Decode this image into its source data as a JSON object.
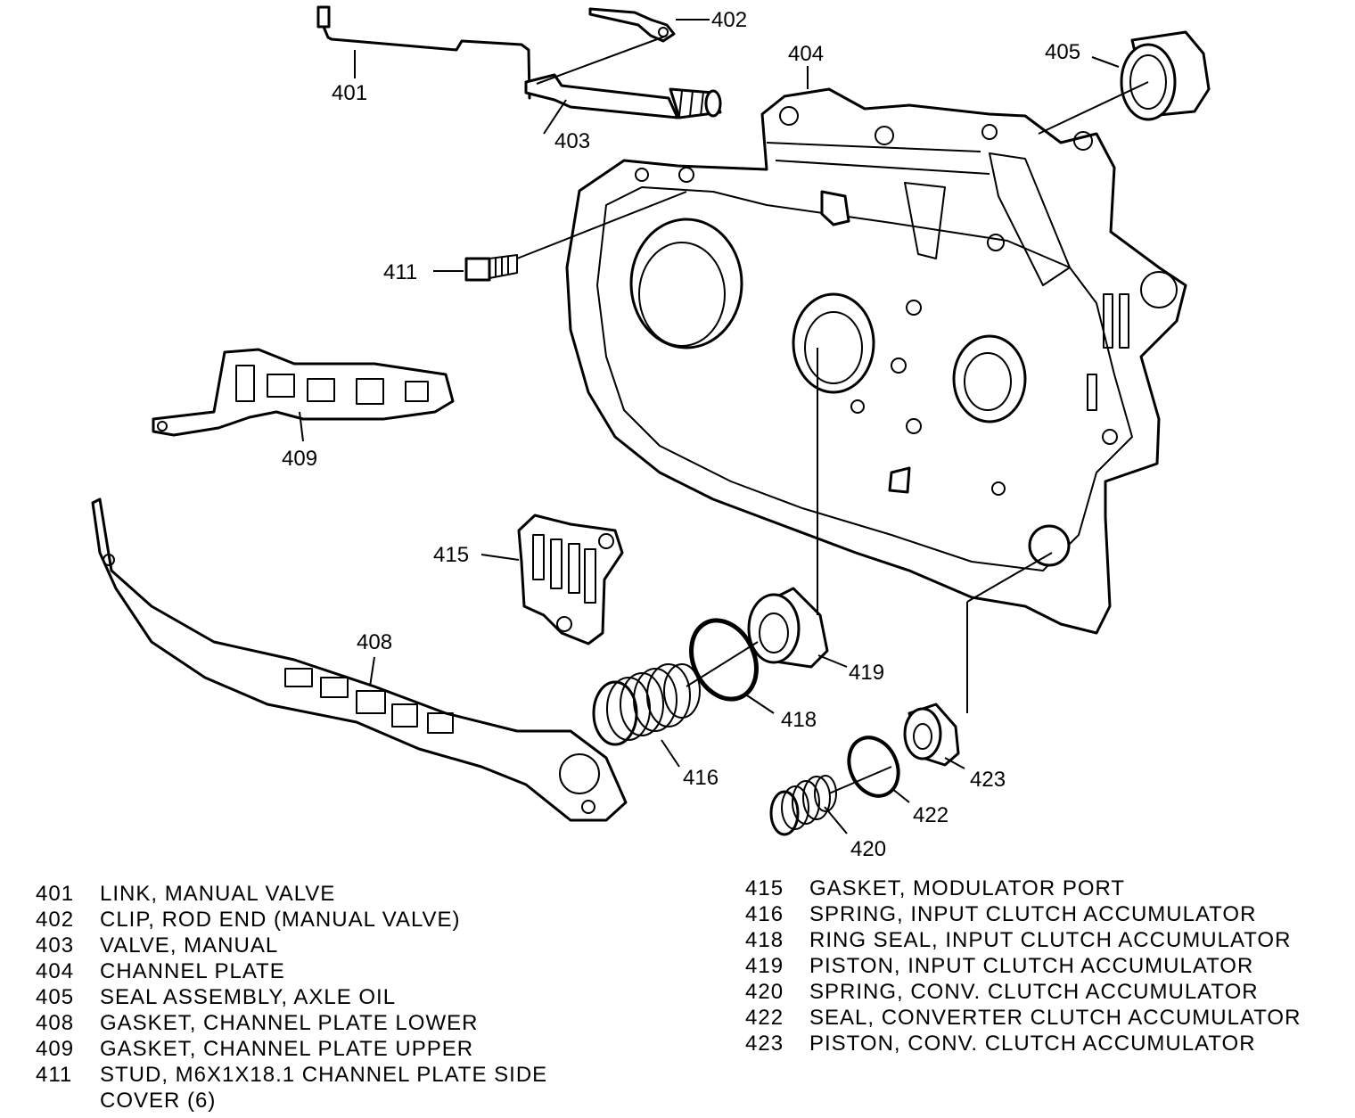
{
  "callouts": {
    "c401": "401",
    "c402": "402",
    "c403": "403",
    "c404": "404",
    "c405": "405",
    "c408": "408",
    "c409": "409",
    "c411": "411",
    "c415": "415",
    "c416": "416",
    "c418": "418",
    "c419": "419",
    "c420": "420",
    "c422": "422",
    "c423": "423"
  },
  "legend_left": [
    {
      "num": "401",
      "desc": "LINK, MANUAL VALVE"
    },
    {
      "num": "402",
      "desc": "CLIP, ROD END (MANUAL VALVE)"
    },
    {
      "num": "403",
      "desc": "VALVE, MANUAL"
    },
    {
      "num": "404",
      "desc": "CHANNEL PLATE"
    },
    {
      "num": "405",
      "desc": "SEAL ASSEMBLY, AXLE OIL"
    },
    {
      "num": "408",
      "desc": "GASKET, CHANNEL PLATE LOWER"
    },
    {
      "num": "409",
      "desc": "GASKET, CHANNEL PLATE UPPER"
    },
    {
      "num": "411",
      "desc": "STUD, M6X1X18.1 CHANNEL PLATE SIDE",
      "desc2": "COVER (6)"
    }
  ],
  "legend_right": [
    {
      "num": "415",
      "desc": "GASKET, MODULATOR PORT"
    },
    {
      "num": "416",
      "desc": "SPRING, INPUT CLUTCH ACCUMULATOR"
    },
    {
      "num": "418",
      "desc": "RING SEAL, INPUT CLUTCH ACCUMULATOR"
    },
    {
      "num": "419",
      "desc": "PISTON, INPUT CLUTCH ACCUMULATOR"
    },
    {
      "num": "420",
      "desc": "SPRING, CONV. CLUTCH ACCUMULATOR"
    },
    {
      "num": "422",
      "desc": "SEAL, CONVERTER CLUTCH ACCUMULATOR"
    },
    {
      "num": "423",
      "desc": "PISTON, CONV. CLUTCH ACCUMULATOR"
    }
  ]
}
